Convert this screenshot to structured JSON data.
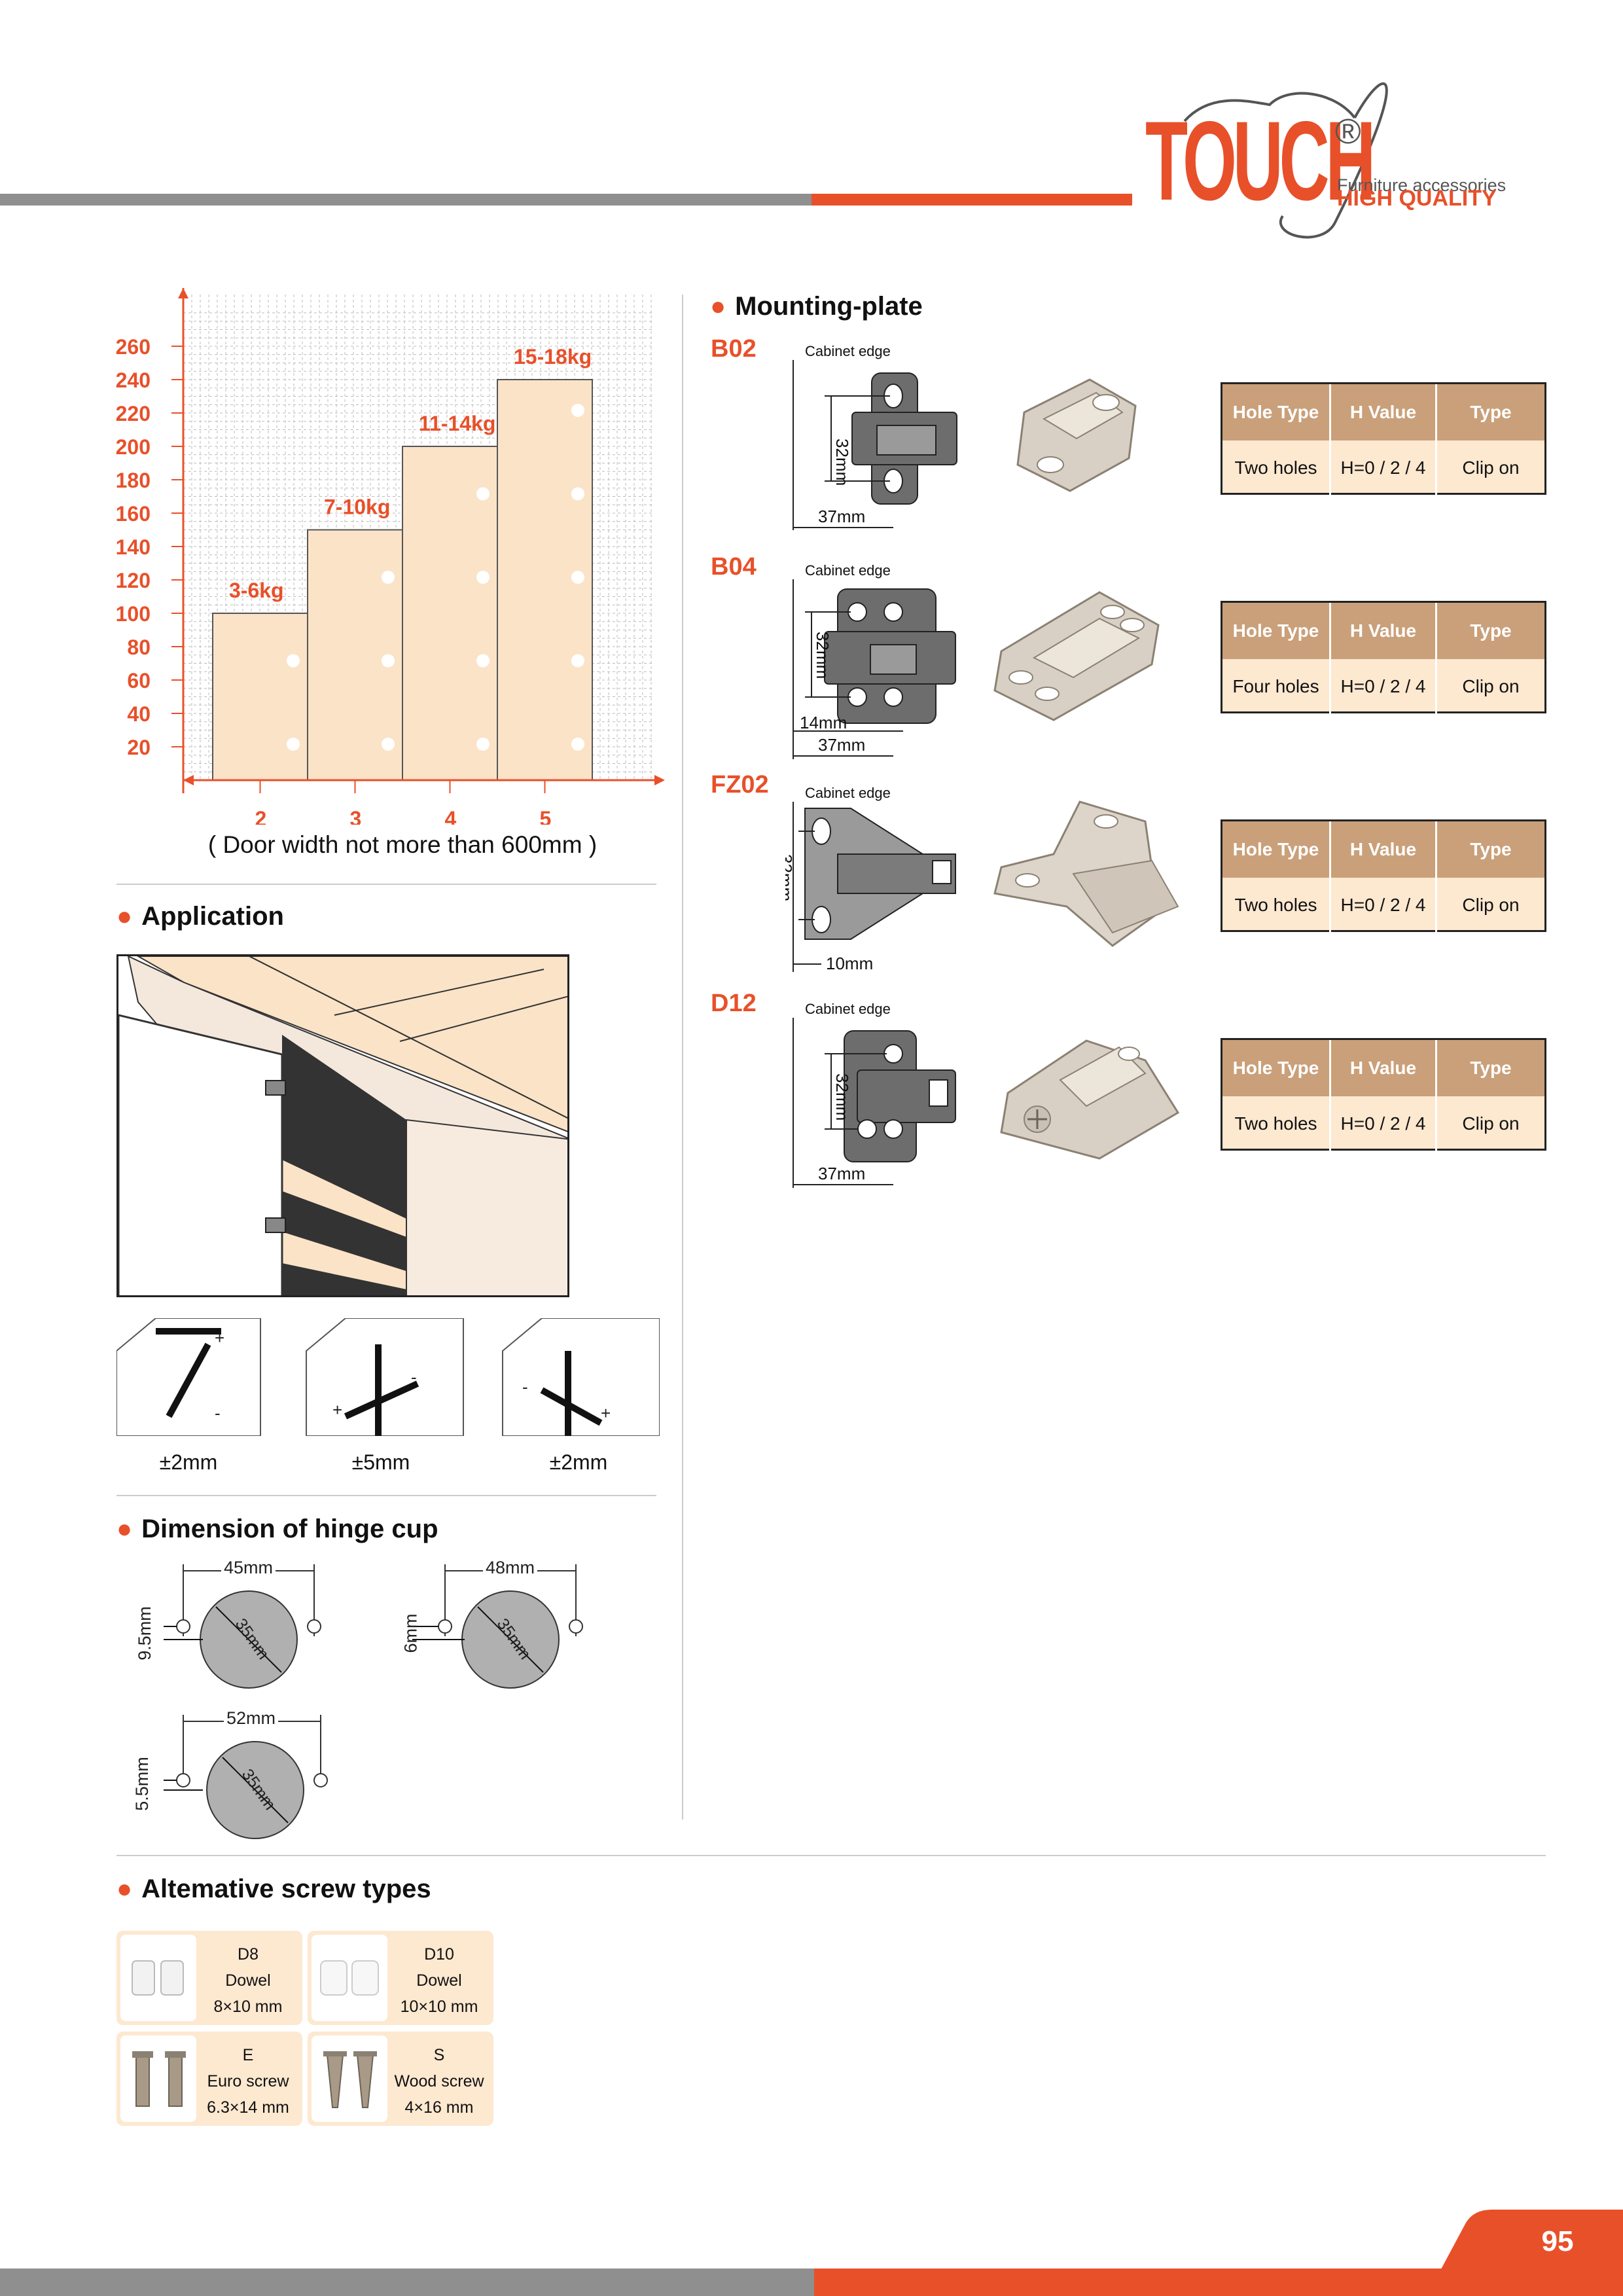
{
  "brand": {
    "name": "TOUCH",
    "registered": "®",
    "tagline_1": "Furniture accessories",
    "tagline_2": "HIGH QUALITY",
    "accent_color": "#e8502a",
    "gray_color": "#8f8f8f"
  },
  "chart_data": {
    "type": "bar",
    "categories": [
      "2",
      "3",
      "4",
      "5"
    ],
    "values": [
      100,
      150,
      200,
      240
    ],
    "data_labels": [
      "3-6kg",
      "7-10kg",
      "11-14kg",
      "15-18kg"
    ],
    "yticks": [
      20,
      40,
      60,
      80,
      100,
      120,
      140,
      160,
      180,
      200,
      220,
      240,
      260
    ],
    "ylim": [
      0,
      280
    ],
    "grid": true,
    "xlabel": "( Door width not more than 600mm )",
    "bar_color": "#fbe3c8"
  },
  "sections": {
    "mounting_plate": "Mounting-plate",
    "application": "Application",
    "hinge_cup": "Dimension of hinge cup",
    "screws": "Altemative screw types"
  },
  "table_headers": {
    "hole_type": "Hole Type",
    "h_value": "H Value",
    "type": "Type"
  },
  "plates": [
    {
      "code": "B02",
      "hole_type": "Two holes",
      "h_value": "H=0 / 2 / 4",
      "type": "Clip on",
      "edge": "Cabinet edge",
      "dim_v": "32mm",
      "dim_h": "37mm"
    },
    {
      "code": "B04",
      "hole_type": "Four holes",
      "h_value": "H=0 / 2 / 4",
      "type": "Clip on",
      "edge": "Cabinet edge",
      "dim_v": "32mm",
      "dim_h": "37mm",
      "dim_h2": "14mm"
    },
    {
      "code": "FZ02",
      "hole_type": "Two holes",
      "h_value": "H=0 / 2 / 4",
      "type": "Clip on",
      "edge": "Cabinet edge",
      "dim_v": "32mm",
      "dim_h": "10mm"
    },
    {
      "code": "D12",
      "hole_type": "Two holes",
      "h_value": "H=0 / 2 / 4",
      "type": "Clip on",
      "edge": "Cabinet edge",
      "dim_v": "32mm",
      "dim_h": "37mm"
    }
  ],
  "adjustments": [
    {
      "label": "±2mm",
      "plus": "+",
      "minus": "-"
    },
    {
      "label": "±5mm",
      "plus": "+",
      "minus": "-"
    },
    {
      "label": "±2mm",
      "plus": "+",
      "minus": "-"
    }
  ],
  "cups": [
    {
      "width": "45mm",
      "offset": "9.5mm",
      "diameter": "35mm"
    },
    {
      "width": "48mm",
      "offset": "6mm",
      "diameter": "35mm"
    },
    {
      "width": "52mm",
      "offset": "5.5mm",
      "diameter": "35mm"
    }
  ],
  "screws": [
    {
      "code": "D8",
      "name": "Dowel",
      "size": "8×10 mm"
    },
    {
      "code": "D10",
      "name": "Dowel",
      "size": "10×10 mm"
    },
    {
      "code": "E",
      "name": "Euro screw",
      "size": "6.3×14 mm"
    },
    {
      "code": "S",
      "name": "Wood screw",
      "size": "4×16 mm"
    }
  ],
  "page_number": "95"
}
